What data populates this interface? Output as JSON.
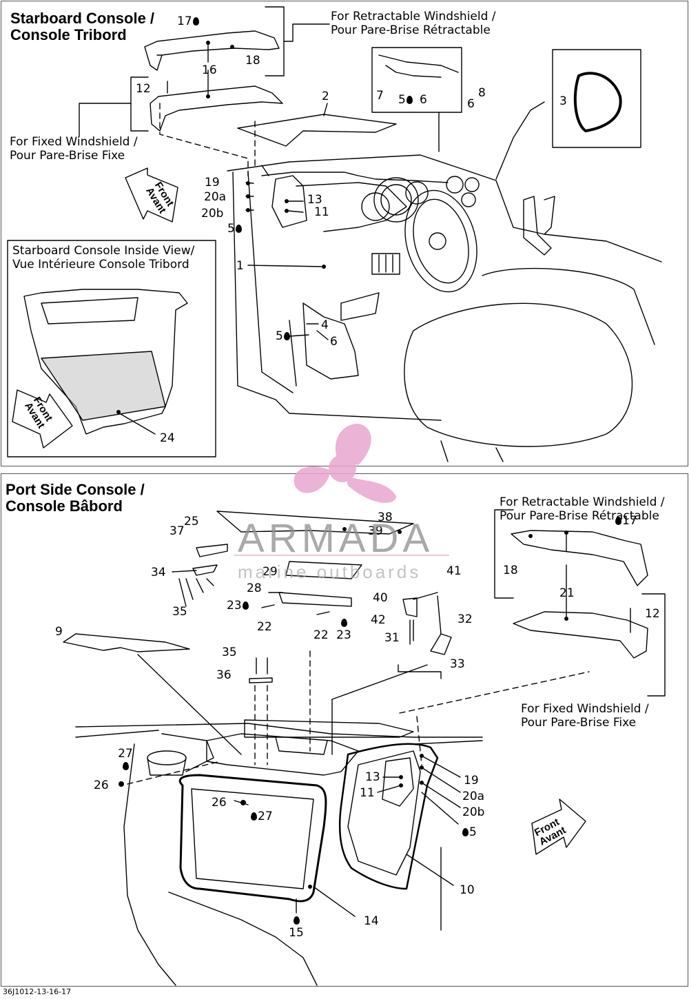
{
  "top_panel": {
    "title": "Starboard Console /\nConsole Tribord",
    "retractable_label": "For Retractable Windshield /\nPour Pare-Brise Rétractable",
    "fixed_label": "For Fixed Windshield /\nPour Pare-Brise Fixe",
    "inside_view_label": "Starboard Console Inside View/\nVue Intérieure Console Tribord",
    "front_arrow": "Front\nAvant"
  },
  "bottom_panel": {
    "title": "Port Side Console /\nConsole Bâbord",
    "retractable_label": "For Retractable Windshield /\nPour Pare-Brise Rétractable",
    "fixed_label": "For Fixed Windshield /\nPour Pare-Brise Fixe",
    "front_arrow": "Front\nAvant"
  },
  "callouts_top": [
    "17",
    "18",
    "16",
    "12",
    "2",
    "7",
    "5",
    "6",
    "6",
    "8",
    "3",
    "19",
    "20a",
    "20b",
    "5",
    "13",
    "11",
    "1",
    "5",
    "4",
    "6",
    "24"
  ],
  "callouts_bottom": [
    "25",
    "38",
    "39",
    "37",
    "34",
    "35",
    "29",
    "41",
    "28",
    "40",
    "23",
    "42",
    "22",
    "22",
    "23",
    "31",
    "32",
    "33",
    "9",
    "35",
    "36",
    "17",
    "18",
    "21",
    "12",
    "27",
    "26",
    "26",
    "27",
    "13",
    "11",
    "19",
    "20a",
    "20b",
    "5",
    "10",
    "14",
    "15"
  ],
  "watermark": {
    "brand": "ARMADA",
    "sub": "marine outboards"
  },
  "footer": "36J1012-13-16-17",
  "colors": {
    "watermark_pink": "#e8a6cf",
    "line": "#000000"
  }
}
